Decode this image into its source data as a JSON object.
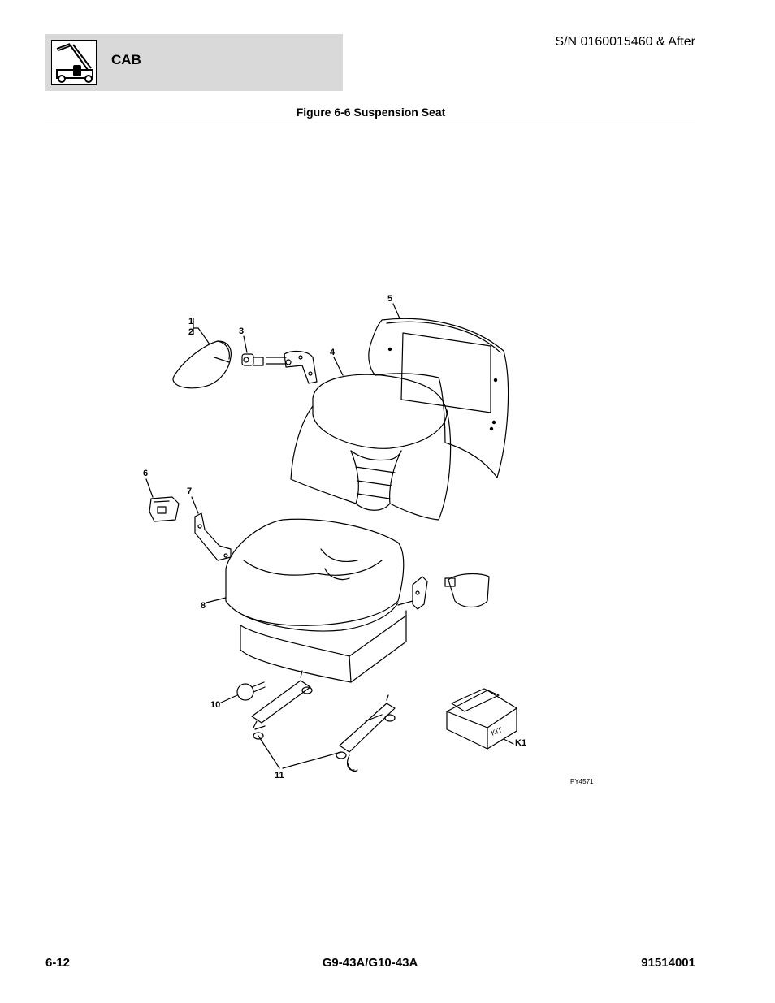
{
  "header": {
    "section_title": "CAB",
    "serial_number": "S/N 0160015460 & After",
    "icon": "machine-icon"
  },
  "figure": {
    "title": "Figure 6-6 Suspension Seat",
    "code": "PY4571",
    "callouts": {
      "c1": "1",
      "c2": "2",
      "c3": "3",
      "c4": "4",
      "c5": "5",
      "c6": "6",
      "c7": "7",
      "c8": "8",
      "c10": "10",
      "c11": "11",
      "k1": "K1",
      "kit_label": "KIT"
    }
  },
  "footer": {
    "page_number": "6-12",
    "model": "G9-43A/G10-43A",
    "part_number": "91514001"
  }
}
